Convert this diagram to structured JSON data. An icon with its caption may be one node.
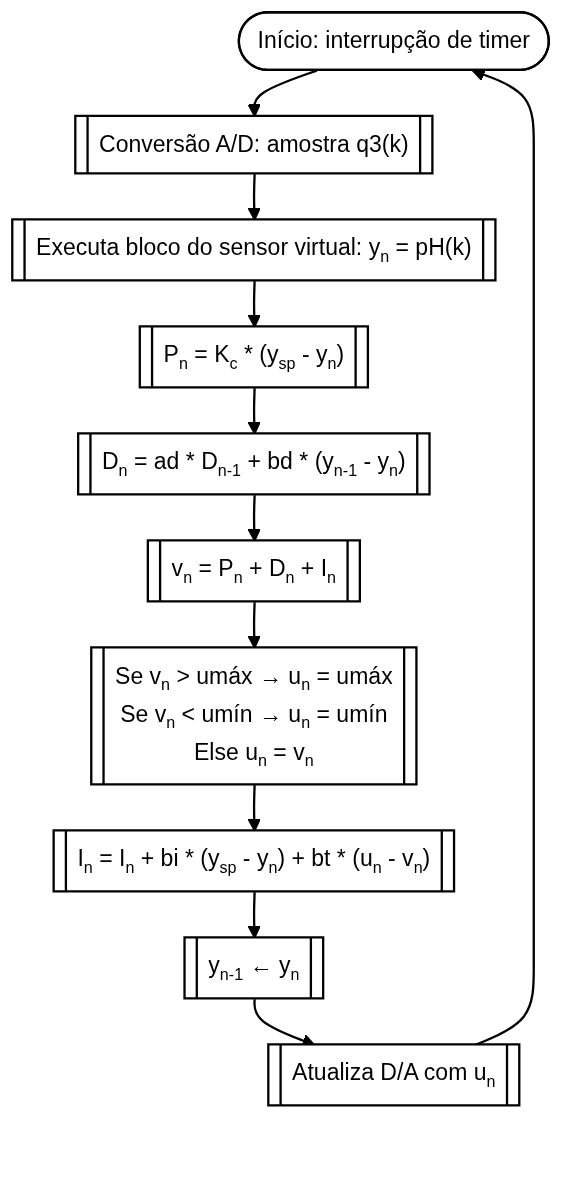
{
  "diagram": {
    "nodes": [
      {
        "text": [
          "Início: interrupção de timer"
        ]
      },
      {
        "text": [
          "Conversão A/D: amostra q3(k)"
        ]
      },
      {
        "text": [
          "Executa bloco do sensor virtual: y$_{n}$ = pH(k)"
        ]
      },
      {
        "text": [
          "P$_{n}$ = K$_{c}$ * (y$_{sp}$ - y$_{n}$)"
        ]
      },
      {
        "text": [
          "D$_{n}$ = ad * D$_{n-1}$ + bd * (y$_{n-1}$ - y$_{n}$)"
        ]
      },
      {
        "text": [
          "v$_{n}$ = P$_{n}$ + D$_{n}$ + I$_{n}$"
        ]
      },
      {
        "text": [
          "Se v$_{n}$ > umáx → u$_{n}$ = umáx",
          "Se v$_{n}$ < umín → u$_{n}$ = umín",
          "Else u$_{n}$ = v$_{n}$"
        ]
      },
      {
        "text": [
          "I$_{n}$ = I$_{n}$ + bi * (y$_{sp}$ - y$_{n}$) + bt * (u$_{n}$ - v$_{n}$)"
        ]
      },
      {
        "text": [
          "y$_{n-1}$ ← y$_{n}$"
        ]
      },
      {
        "text": [
          "Atualiza D/A com u$_{n}$"
        ]
      }
    ],
    "edges": [
      {
        "from": 0,
        "to": 1,
        "arrow": "to"
      },
      {
        "from": 1,
        "to": 2,
        "arrow": "to"
      },
      {
        "from": 2,
        "to": 3,
        "arrow": "to"
      },
      {
        "from": 3,
        "to": 4,
        "arrow": "to"
      },
      {
        "from": 4,
        "to": 5,
        "arrow": "to"
      },
      {
        "from": 5,
        "to": 6,
        "arrow": "to"
      },
      {
        "from": 6,
        "to": 7,
        "arrow": "to"
      },
      {
        "from": 7,
        "to": 8,
        "arrow": "to"
      },
      {
        "from": 8,
        "to": 9,
        "arrow": "to"
      },
      {
        "from": 9,
        "to": 0,
        "arrow": "to"
      }
    ]
  }
}
